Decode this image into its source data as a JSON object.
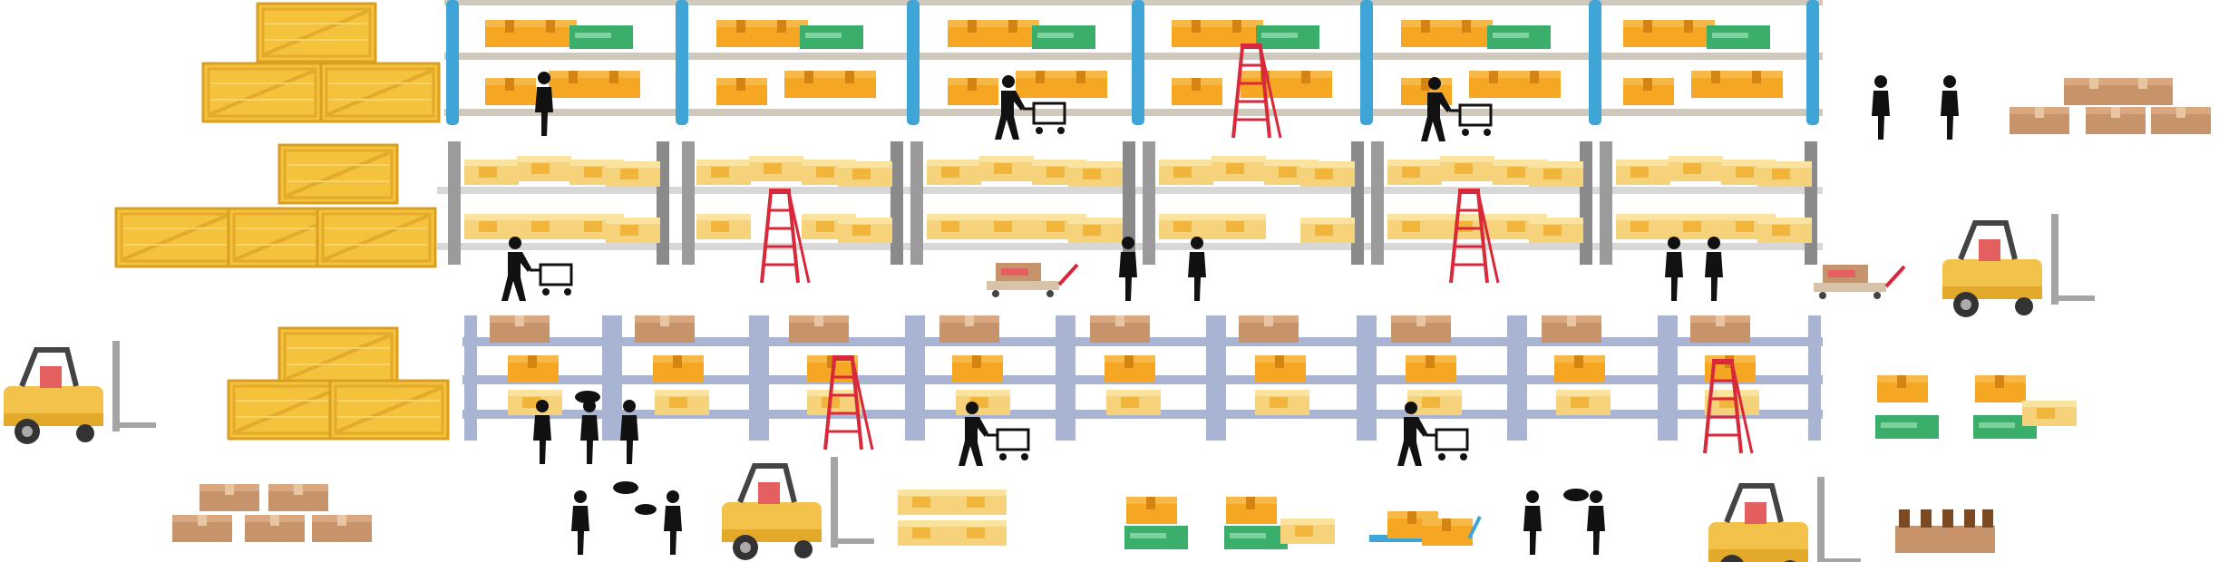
{
  "scene": {
    "description_tag": "warehouse-illustration",
    "colors": {
      "background": "#ffffff",
      "rack_blue": "#3fa4d6",
      "rack_grey": "#9b9b9b",
      "rack_lavender": "#a9b4d3",
      "shelf_beam": "#cfc9bd",
      "crate_yellow": "#f5c33b",
      "box_orange": "#f5a623",
      "box_green": "#3cae6b",
      "box_brown": "#c7936a",
      "ladder_red": "#d8283a",
      "forklift_yellow": "#f2c24b",
      "silhouette": "#111111"
    },
    "counts": {
      "top_rack_bays": 6,
      "middle_rack_bays": 6,
      "bottom_rack_bays": 9
    }
  }
}
